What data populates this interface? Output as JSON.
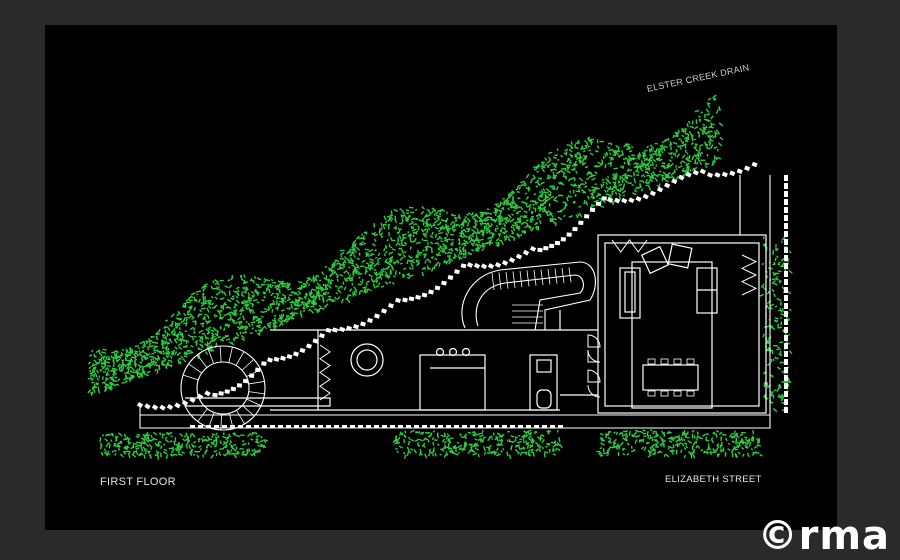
{
  "labels": {
    "first_floor": "FIRST FLOOR",
    "street": "ELIZABETH STREET",
    "drain": "ELSTER CREEK DRAIN"
  },
  "logo": {
    "text": "©rma"
  },
  "colors": {
    "background": "#2a2a2a",
    "plan": "#000000",
    "linework": "#ffffff",
    "vegetation": "#2ecc40"
  }
}
